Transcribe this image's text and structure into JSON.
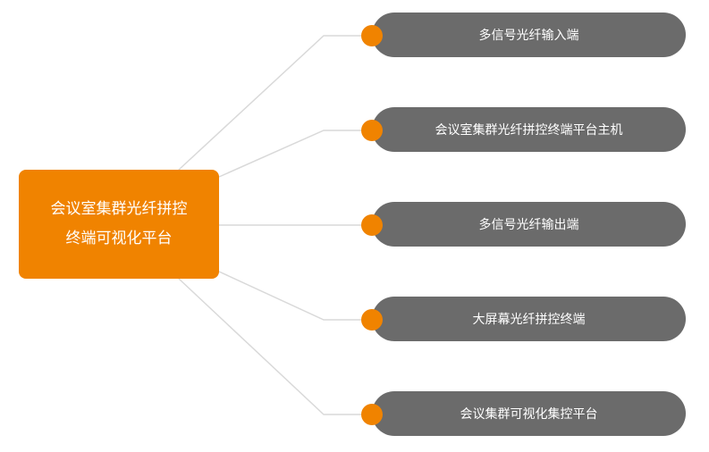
{
  "root": {
    "line1": "会议室集群光纤拼控",
    "line2": "终端可视化平台"
  },
  "branches": [
    {
      "label": "多信号光纤输入端"
    },
    {
      "label": "会议室集群光纤拼控终端平台主机"
    },
    {
      "label": "多信号光纤输出端"
    },
    {
      "label": "大屏幕光纤拼控终端"
    },
    {
      "label": "会议集群可视化集控平台"
    }
  ],
  "colors": {
    "root_fill": "#f08300",
    "branch_fill": "#6b6b6b",
    "dot_fill": "#f08300",
    "connector_line": "#d9d9d9",
    "text": "#ffffff"
  }
}
